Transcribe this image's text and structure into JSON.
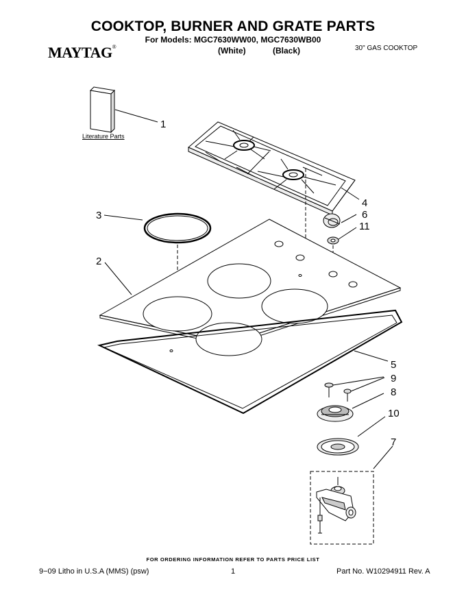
{
  "header": {
    "title": "COOKTOP, BURNER AND GRATE PARTS",
    "models_line": "For Models: MGC7630WW00, MGC7630WB00",
    "color_white": "(White)",
    "color_black": "(Black)",
    "brand": "MAYTAG",
    "brand_mark": "®",
    "product": "30\" GAS COOKTOP"
  },
  "labels": {
    "literature_parts": "Literature Parts"
  },
  "callouts": [
    "1",
    "2",
    "3",
    "4",
    "5",
    "6",
    "7",
    "8",
    "9",
    "10",
    "11"
  ],
  "footer": {
    "order_note": "FOR ORDERING INFORMATION REFER TO PARTS PRICE LIST",
    "left": "9−09 Litho in U.S.A (MMS) (psw)",
    "page": "1",
    "right": "Part No. W10294911 Rev. A"
  }
}
